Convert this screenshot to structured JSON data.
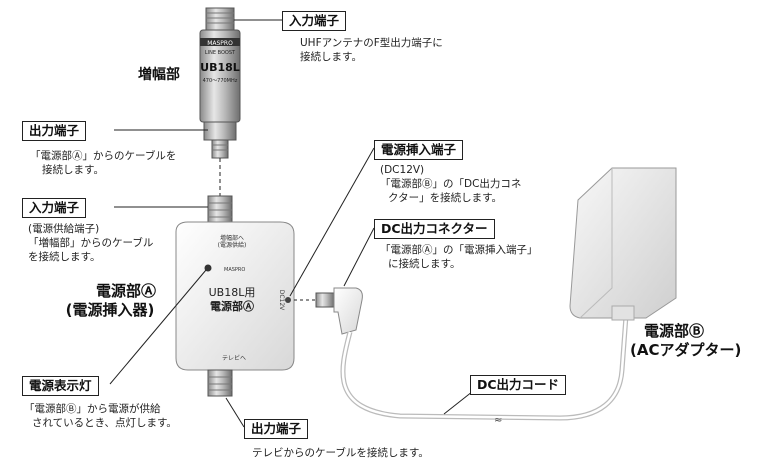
{
  "amplifier": {
    "name": "増幅部",
    "brand": "MASPRO",
    "model": "UB18L",
    "band_text": "LINE BOOST",
    "freq_text": "470〜770MHz"
  },
  "amp_input": {
    "label": "入力端子",
    "desc_lines": [
      "UHFアンテナのF型出力端子に",
      "接続します。"
    ]
  },
  "amp_output": {
    "label": "出力端子",
    "desc_lines": [
      "「電源部Ⓐ」からのケーブルを",
      "接続します。"
    ]
  },
  "inserter_input": {
    "label": "入力端子",
    "desc_lines": [
      "(電源供給端子)",
      "「増幅部」からのケーブル",
      "を接続します。"
    ]
  },
  "power_unit_a": {
    "name_lines": [
      "電源部Ⓐ",
      "(電源挿入器)"
    ],
    "body_text_1": "UB18L用",
    "body_text_2": "電源部Ⓐ",
    "port_text_top": "増幅部へ",
    "port_text_top2": "(電源供給)",
    "port_text_bottom": "テレビへ",
    "side_text": "DC12V"
  },
  "power_lamp": {
    "label": "電源表示灯",
    "desc_lines": [
      "「電源部Ⓑ」から電源が供給",
      "されているとき、点灯します。"
    ]
  },
  "output_terminal": {
    "label": "出力端子",
    "desc": "テレビからのケーブルを接続します。"
  },
  "power_insert_terminal": {
    "label": "電源挿入端子",
    "desc_lines": [
      "(DC12V)",
      "「電源部Ⓑ」の「DC出力コネ",
      "クター」を接続します。"
    ]
  },
  "dc_connector": {
    "label": "DC出力コネクター",
    "desc_lines": [
      "「電源部Ⓐ」の「電源挿入端子」",
      "に接続します。"
    ]
  },
  "power_unit_b": {
    "name_lines": [
      "電源部Ⓑ",
      "(ACアダプター)"
    ]
  },
  "dc_cord": {
    "label": "DC出力コード"
  }
}
